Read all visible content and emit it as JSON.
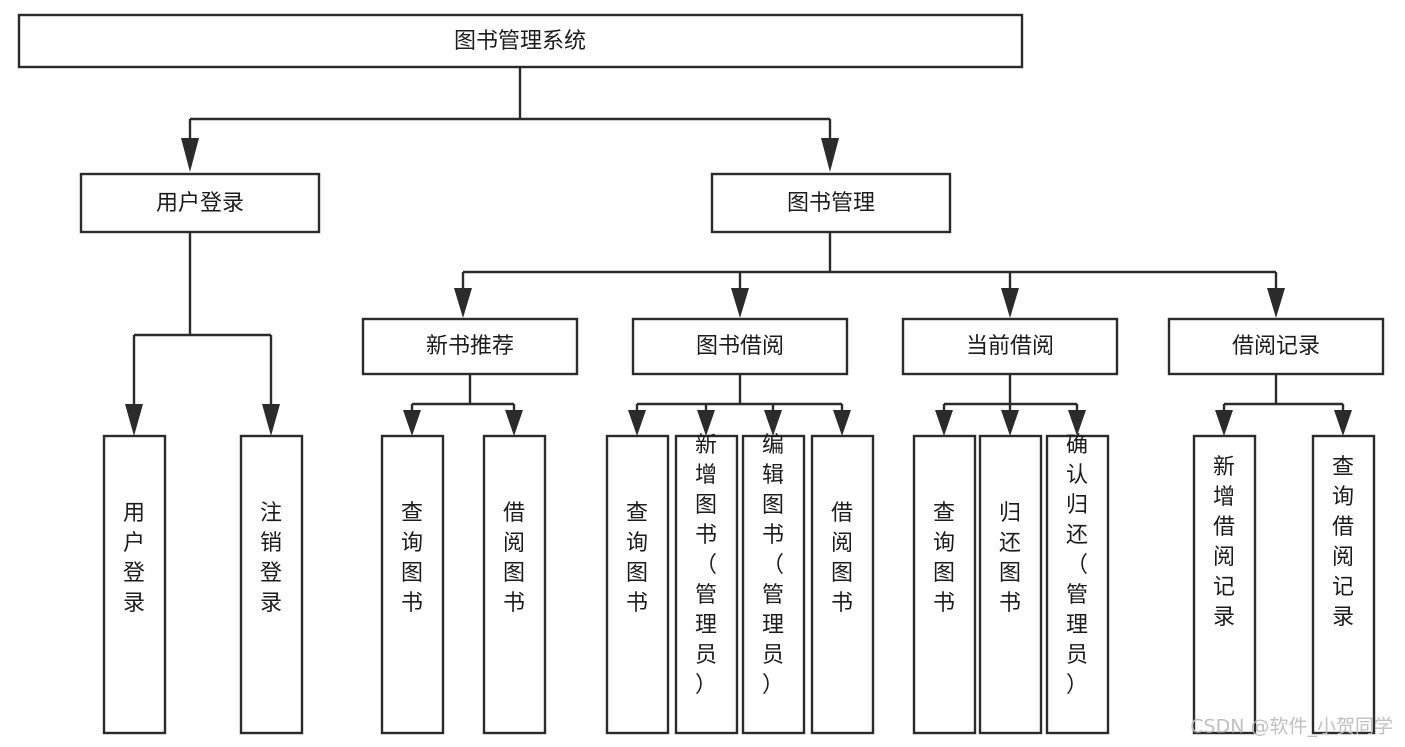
{
  "diagram": {
    "type": "tree-hierarchy-diagram",
    "title": "图书管理系统",
    "style": {
      "box_fill": "#ffffff",
      "box_stroke": "#2b2b2b",
      "text_color": "#1c1c1c",
      "background": "#ffffff",
      "watermark_color": "#bdbdbd"
    },
    "nodes": {
      "root": {
        "label": "图书管理系统",
        "orientation": "horizontal"
      },
      "level2": [
        {
          "label": "用户登录",
          "orientation": "horizontal"
        },
        {
          "label": "图书管理",
          "orientation": "horizontal"
        }
      ],
      "level3": [
        {
          "label": "新书推荐",
          "orientation": "horizontal"
        },
        {
          "label": "图书借阅",
          "orientation": "horizontal"
        },
        {
          "label": "当前借阅",
          "orientation": "horizontal"
        },
        {
          "label": "借阅记录",
          "orientation": "horizontal"
        }
      ],
      "leaves_user_login": [
        {
          "label": "用户登录",
          "orientation": "vertical"
        },
        {
          "label": "注销登录",
          "orientation": "vertical"
        }
      ],
      "leaves_new_book": [
        {
          "label": "查询图书",
          "orientation": "vertical"
        },
        {
          "label": "借阅图书",
          "orientation": "vertical"
        }
      ],
      "leaves_book_borrow": [
        {
          "label": "查询图书",
          "orientation": "vertical"
        },
        {
          "label": "新增图书（管理员）",
          "orientation": "vertical"
        },
        {
          "label": "编辑图书（管理员）",
          "orientation": "vertical"
        },
        {
          "label": "借阅图书",
          "orientation": "vertical"
        }
      ],
      "leaves_current_borrow": [
        {
          "label": "查询图书",
          "orientation": "vertical"
        },
        {
          "label": "归还图书",
          "orientation": "vertical"
        },
        {
          "label": "确认归还（管理员）",
          "orientation": "vertical"
        }
      ],
      "leaves_borrow_record": [
        {
          "label": "新增借阅记录",
          "orientation": "vertical"
        },
        {
          "label": "查询借阅记录",
          "orientation": "vertical"
        }
      ]
    },
    "watermark": "CSDN @软件_小贺同学"
  }
}
